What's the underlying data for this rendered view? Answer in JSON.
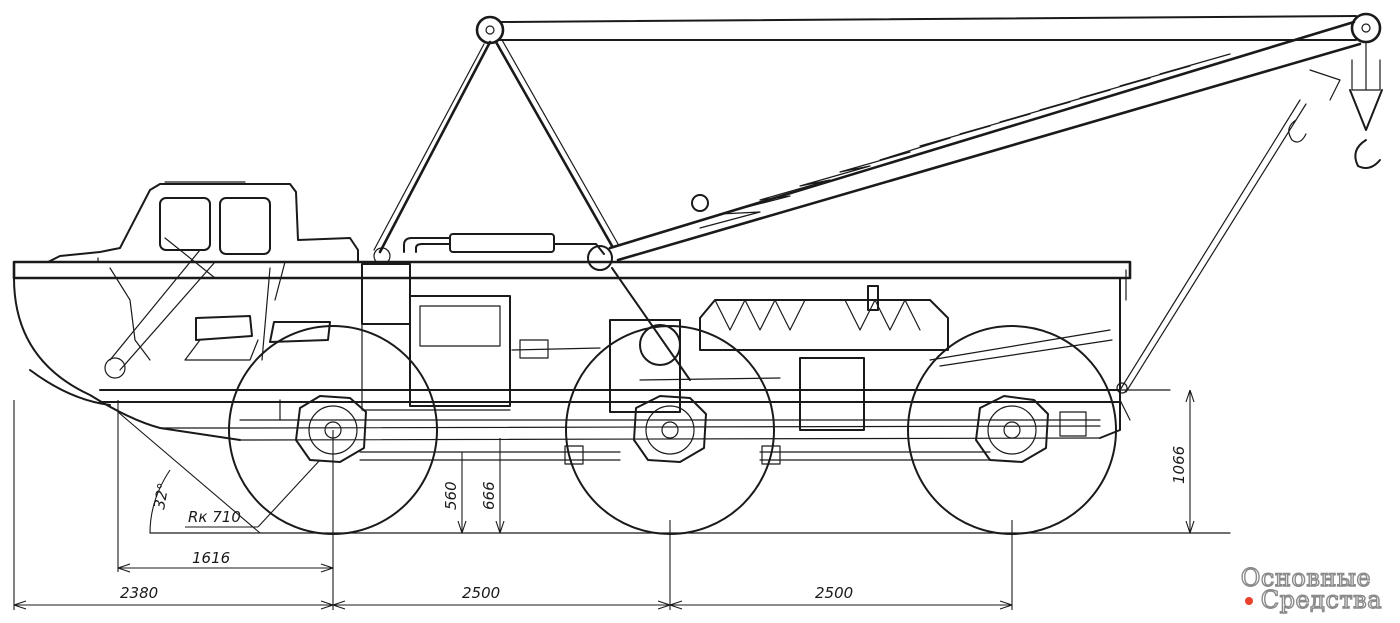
{
  "dimensions": {
    "front_overhang": "2380",
    "wheelbase_1": "2500",
    "wheelbase_2": "2500",
    "to_first_axle": "1616",
    "axle_height": "560",
    "hull_height": "666",
    "rear_height": "1066",
    "wheel_radius": "Rк 710",
    "approach_angle": "32°"
  },
  "watermark": {
    "line1": "Основные",
    "line2": "Средства",
    "dot_color": "#e8412c"
  },
  "colors": {
    "ink": "#1a1a1a",
    "background": "#ffffff"
  }
}
